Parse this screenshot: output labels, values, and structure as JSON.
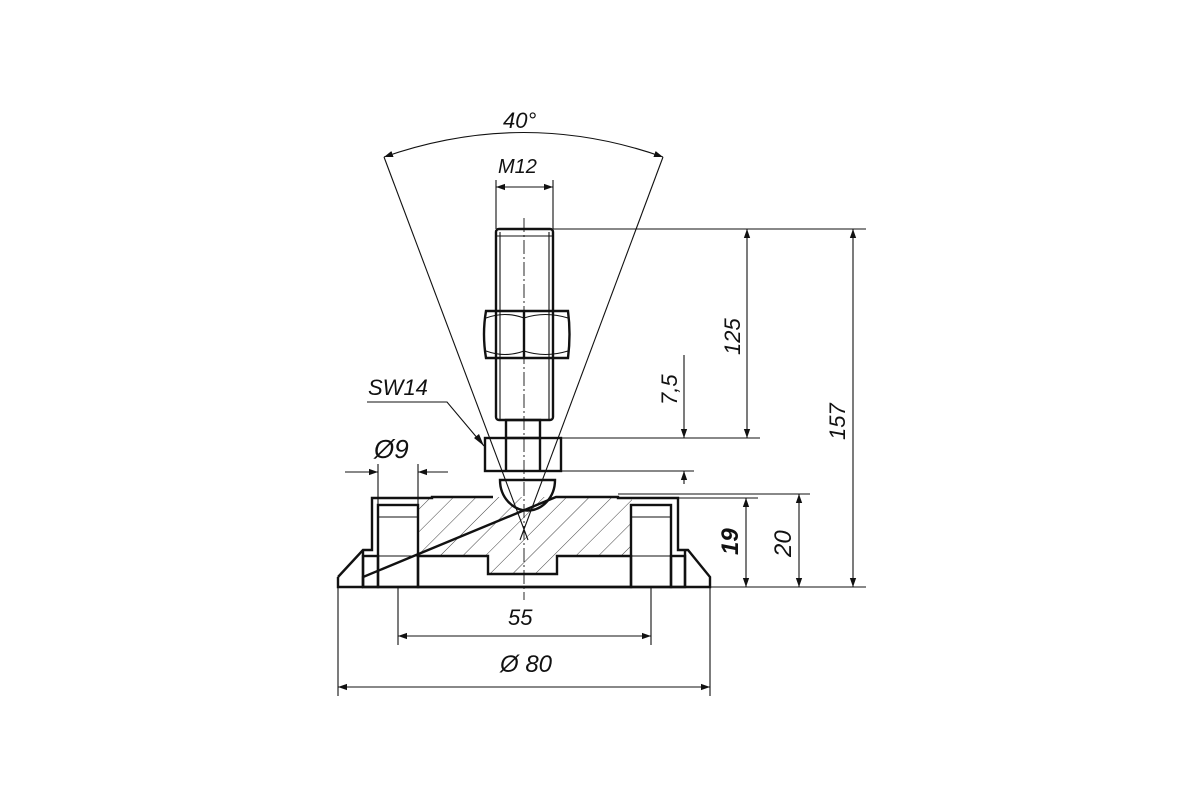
{
  "dimensions": {
    "angle": "40°",
    "thread": "M12",
    "wrench": "SW14",
    "hole_diameter": "Ø9",
    "stud_length": "125",
    "offset": "7,5",
    "total_height": "157",
    "base_height_inner": "19",
    "base_height_outer": "20",
    "hole_spacing": "55",
    "base_diameter": "Ø 80"
  },
  "colors": {
    "line": "#111111",
    "background": "#ffffff"
  }
}
